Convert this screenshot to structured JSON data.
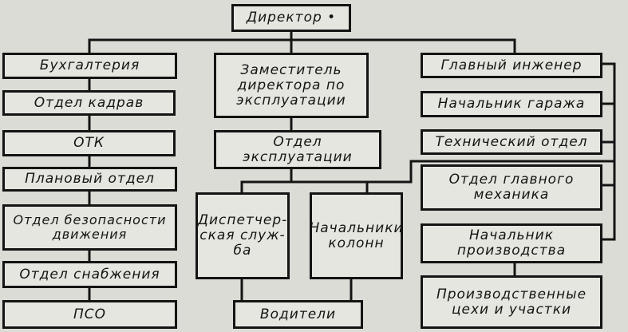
{
  "diagram": {
    "title": "Директор •",
    "left_column": [
      "Бухгалтерия",
      "Отдел кадрав",
      "ОТК",
      "Плановый отдел",
      "Отдел безопасности\nдвижения",
      "Отдел снабжения",
      "ПСО"
    ],
    "center": {
      "deputy": "Заместитель\nдиректора по\nэксплуатации",
      "operations_dept": "Отдел\nэксплуатации",
      "dispatch": "Диспетчер-\nская служ-\nба",
      "column_heads": "Начальники\nколонн",
      "drivers": "Водители"
    },
    "right_column": [
      "Главный инженер",
      "Начальник гаража",
      "Технический отдел",
      "Отдел главного\nмеханика",
      "Начальник\nпроизводства",
      "Производственные\nцехи и участки"
    ]
  }
}
